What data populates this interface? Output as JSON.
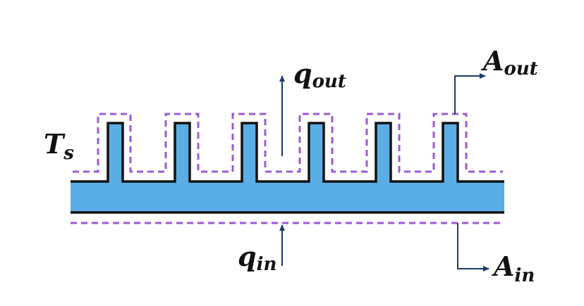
{
  "labels": {
    "ts": {
      "main": "T",
      "sub": "s"
    },
    "q_out": {
      "main": "q",
      "sub": "out"
    },
    "a_out": {
      "main": "A",
      "sub": "out"
    },
    "q_in": {
      "main": "q",
      "sub": "in"
    },
    "a_in": {
      "main": "A",
      "sub": "in"
    }
  },
  "colors": {
    "fin_fill": "#5aaee6",
    "outline": "#111111",
    "boundary_dash": "#9b59d6",
    "arrow": "#1f3a68"
  },
  "fin_count": 6
}
